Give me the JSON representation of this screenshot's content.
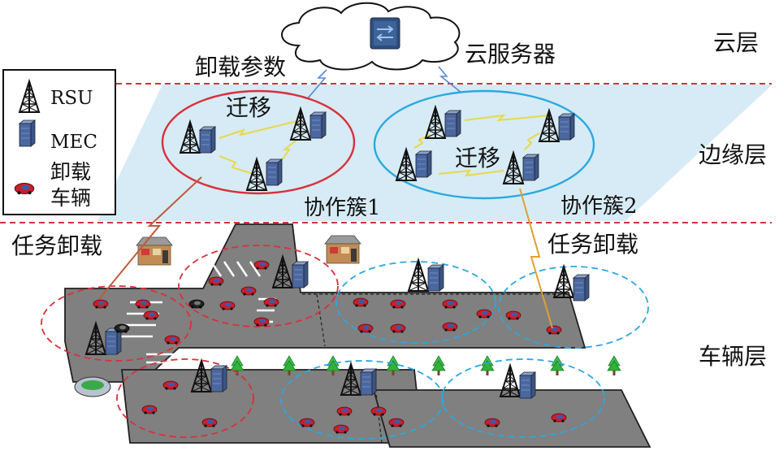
{
  "layers": {
    "cloud": "云层",
    "edge": "边缘层",
    "vehicle": "车辆层"
  },
  "cloud": {
    "server_label": "云服务器",
    "offload_params_label": "卸载参数"
  },
  "clusters": [
    {
      "name": "协作簇1",
      "migration_label": "迁移"
    },
    {
      "name": "协作簇2",
      "migration_label": "迁移"
    }
  ],
  "task_offload_labels": [
    "任务卸载",
    "任务卸载"
  ],
  "legend": {
    "rsu": "RSU",
    "mec": "MEC",
    "vehicle_line1": "卸载",
    "vehicle_line2": "车辆"
  },
  "colors": {
    "layer_divider": "#d9303a",
    "cluster1": "#d9303a",
    "cluster2": "#2aa8e0",
    "edge_plane": "#cfe7f3",
    "road": "#808080",
    "server": "#2f4f7f",
    "tree": "#2fb23a"
  }
}
